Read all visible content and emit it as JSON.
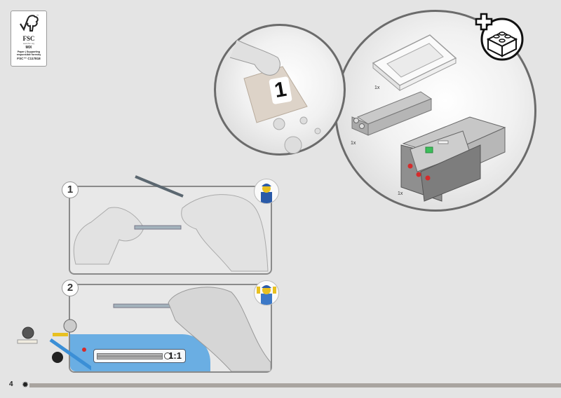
{
  "fsc_label": {
    "brand": "FSC",
    "trademark": "™",
    "website": "www.fsc.org",
    "mix": "MIX",
    "description": "Paper | Supporting responsible forestry",
    "code": "FSC™ C117818"
  },
  "bag_callout": {
    "bag_number": "1"
  },
  "parts_callout": {
    "items": [
      {
        "name": "frame",
        "quantity": "1x"
      },
      {
        "name": "battery-cover",
        "quantity": "1x"
      },
      {
        "name": "hub",
        "quantity": "1x"
      }
    ],
    "icon": "add-brick-icon"
  },
  "steps": [
    {
      "number": "1"
    },
    {
      "number": "2",
      "scale_label": "1:1"
    }
  ],
  "footer": {
    "page_number": "4"
  },
  "colors": {
    "background": "#e4e4e4",
    "footer_bar": "#a9a4a0",
    "mat_blue": "#6aaee3",
    "hub_button": "#3cbf5a",
    "accent_red": "#d52b2b"
  }
}
